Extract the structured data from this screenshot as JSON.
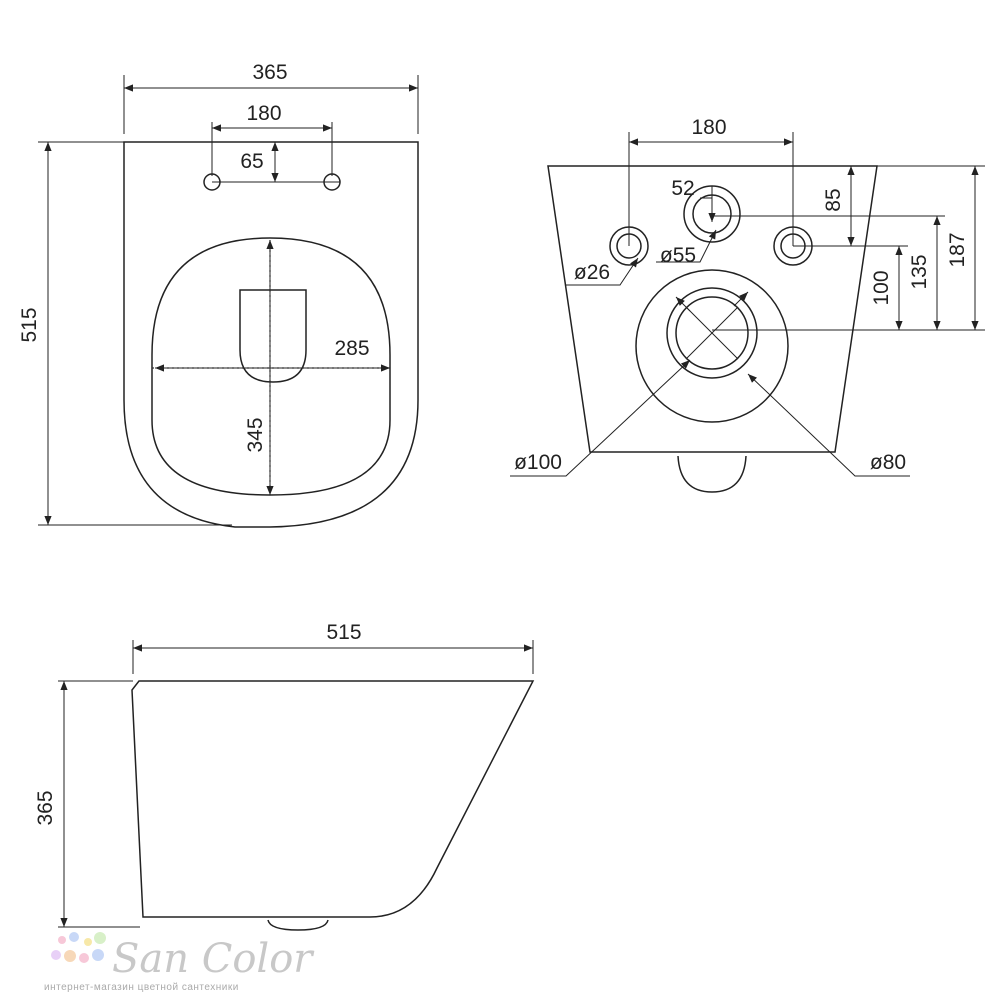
{
  "top_view": {
    "width": "365",
    "holes_spacing": "180",
    "holes_depth": "65",
    "length": "515",
    "bowl_width": "285",
    "bowl_length": "345"
  },
  "rear_view": {
    "holes_spacing": "180",
    "d_small": "52",
    "inlet_diameter": "ø55",
    "hole_diameter": "ø26",
    "dim_85": "85",
    "dim_100": "100",
    "dim_135": "135",
    "dim_187": "187",
    "outlet_outer": "ø100",
    "outlet_inner": "ø80"
  },
  "side_view": {
    "length": "515",
    "height": "365"
  },
  "logo": {
    "name": "San Color",
    "tagline": "интернет-магазин цветной сантехники",
    "dot_colors": [
      "#f7c8d8",
      "#c8d8f7",
      "#f7e8a8",
      "#d8f0c8",
      "#e8d0f7",
      "#f7d8b8"
    ]
  }
}
